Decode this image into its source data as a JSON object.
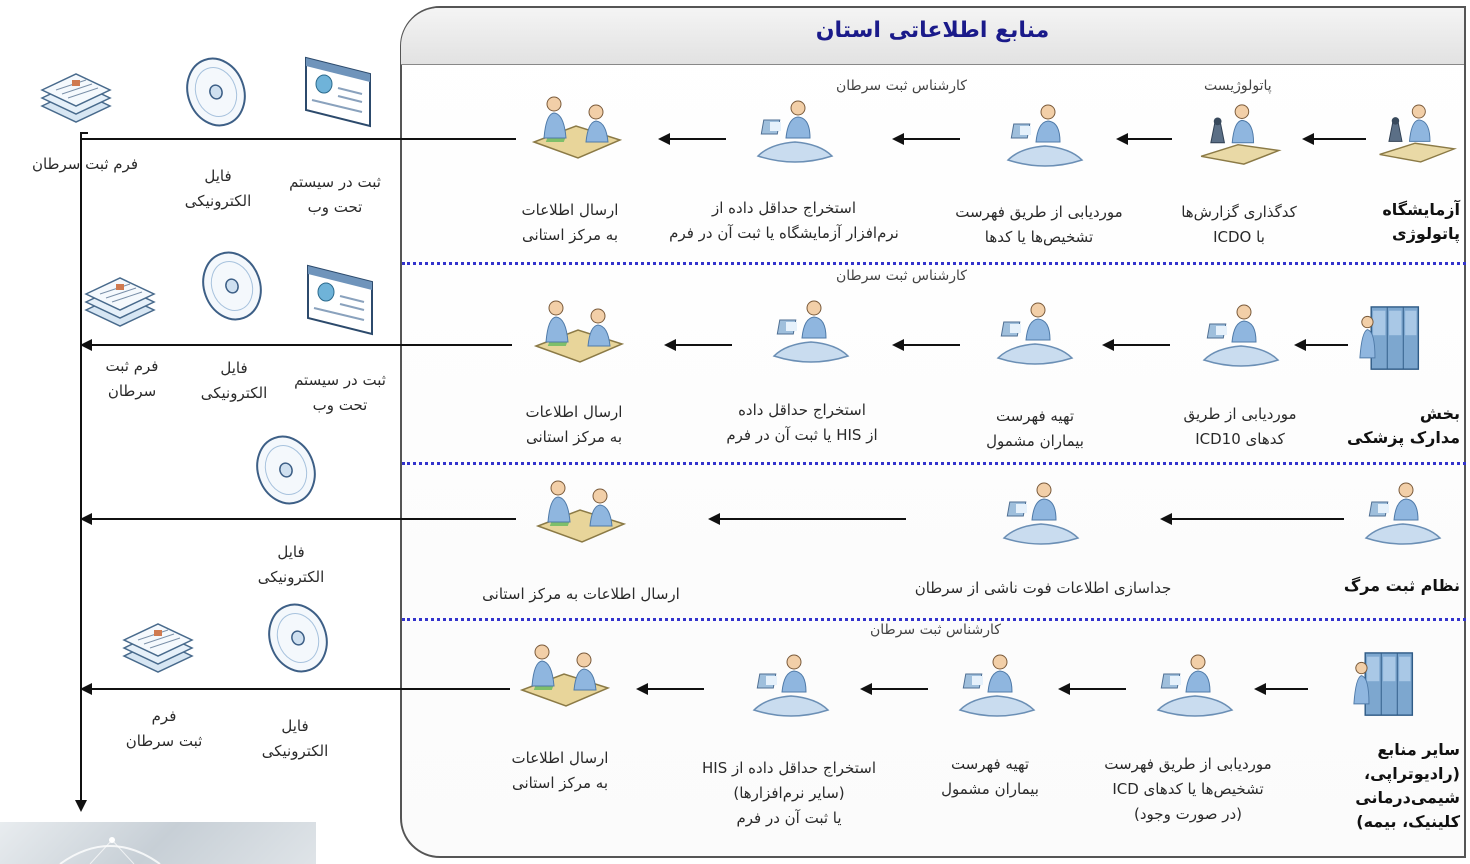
{
  "header": {
    "title": "منابع اطلاعاتی استان"
  },
  "rows": [
    {
      "source": [
        "آزمایشگاه",
        "پاتولوژی"
      ],
      "roles": {
        "pathologist": "پاتولوژیست",
        "registrar": "کارشناس ثبت سرطان"
      },
      "steps": [
        [
          "کدگذاری گزارش‌ها",
          "با ICDO"
        ],
        [
          "موردیابی از طریق فهرست",
          "تشخیص‌ها یا کدها"
        ],
        [
          "استخراج حداقل داده از",
          "نرم‌افزار آزمایشگاه یا ثبت آن در فرم"
        ],
        [
          "ارسال اطلاعات",
          "به مرکز استانی"
        ]
      ],
      "outputs": [
        [
          "ثبت در سیستم",
          "تحت وب"
        ],
        [
          "فایل",
          "الکترونیکی"
        ],
        [
          "فرم ثبت سرطان"
        ]
      ]
    },
    {
      "source": [
        "بخش",
        "مدارک پزشکی"
      ],
      "roles": {
        "registrar": "کارشناس ثبت سرطان"
      },
      "steps": [
        [
          "موردیابی از طریق",
          "کدهای ICD10"
        ],
        [
          "تهیه فهرست",
          "بیماران مشمول"
        ],
        [
          "استخراج حداقل داده",
          "از HIS یا ثبت آن در فرم"
        ],
        [
          "ارسال اطلاعات",
          "به مرکز استانی"
        ]
      ],
      "outputs": [
        [
          "ثبت در سیستم",
          "تحت وب"
        ],
        [
          "فایل",
          "الکترونیکی"
        ],
        [
          "فرم ثبت",
          "سرطان"
        ]
      ]
    },
    {
      "source": [
        "نظام ثبت مرگ"
      ],
      "steps": [
        [
          "جداسازی اطلاعات فوت ناشی از سرطان"
        ],
        [
          "ارسال اطلاعات به مرکز استانی"
        ]
      ],
      "outputs": [
        [
          "فایل",
          "الکترونیکی"
        ]
      ]
    },
    {
      "source": [
        "سایر منابع",
        "(رادیوتراپی،",
        "شیمی‌درمانی",
        "کلینیک، بیمه)"
      ],
      "roles": {
        "registrar": "کارشناس ثبت سرطان"
      },
      "steps": [
        [
          "موردیابی از طریق فهرست",
          "تشخیص‌ها یا کدهای ICD",
          "(در صورت وجود)"
        ],
        [
          "تهیه فهرست",
          "بیماران مشمول"
        ],
        [
          "استخراج حداقل داده از HIS",
          "(سایر نرم‌افزارها)",
          "یا ثبت آن در فرم"
        ],
        [
          "ارسال اطلاعات",
          "به مرکز استانی"
        ]
      ],
      "outputs": [
        [
          "فایل",
          "الکترونیکی"
        ],
        [
          "فرم",
          "ثبت سرطان"
        ]
      ]
    }
  ]
}
